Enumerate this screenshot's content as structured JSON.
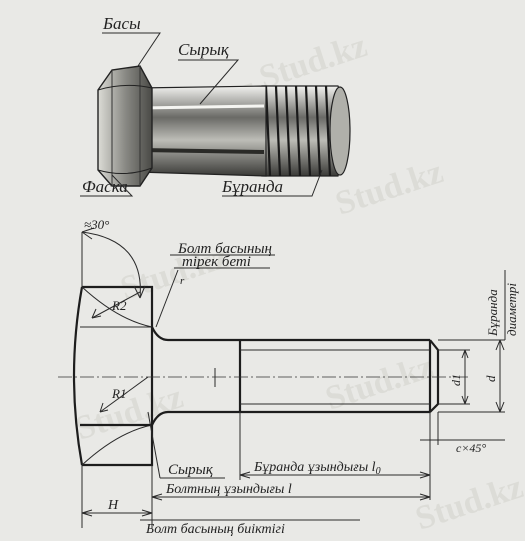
{
  "watermark": {
    "text": "Stud.kz",
    "prefix": "- "
  },
  "top_labels": {
    "head": "Басы",
    "shank": "Сырық",
    "chamfer": "Фаска",
    "thread": "Бұранда"
  },
  "drawing_labels": {
    "angle": "≈30°",
    "support_surface_line1": "Болт басының",
    "support_surface_line2": "тірек беті",
    "fillet": "r",
    "r2": "R2",
    "r1": "R1",
    "thread_diameter_line1": "Бұранда",
    "thread_diameter_line2": "диаметрі",
    "d1": "d1",
    "d": "d",
    "chamfer_size": "c×45°",
    "shank": "Сырық",
    "thread_length": "Бұранда ұзындығы l",
    "thread_length_sub": "0",
    "bolt_length": "Болтның ұзындығы l",
    "head_height_symbol": "H",
    "head_height": "Болт басының биіктігі"
  },
  "colors": {
    "background": "#e9e9e6",
    "ink": "#222222",
    "watermark": "#d2d2cc"
  }
}
